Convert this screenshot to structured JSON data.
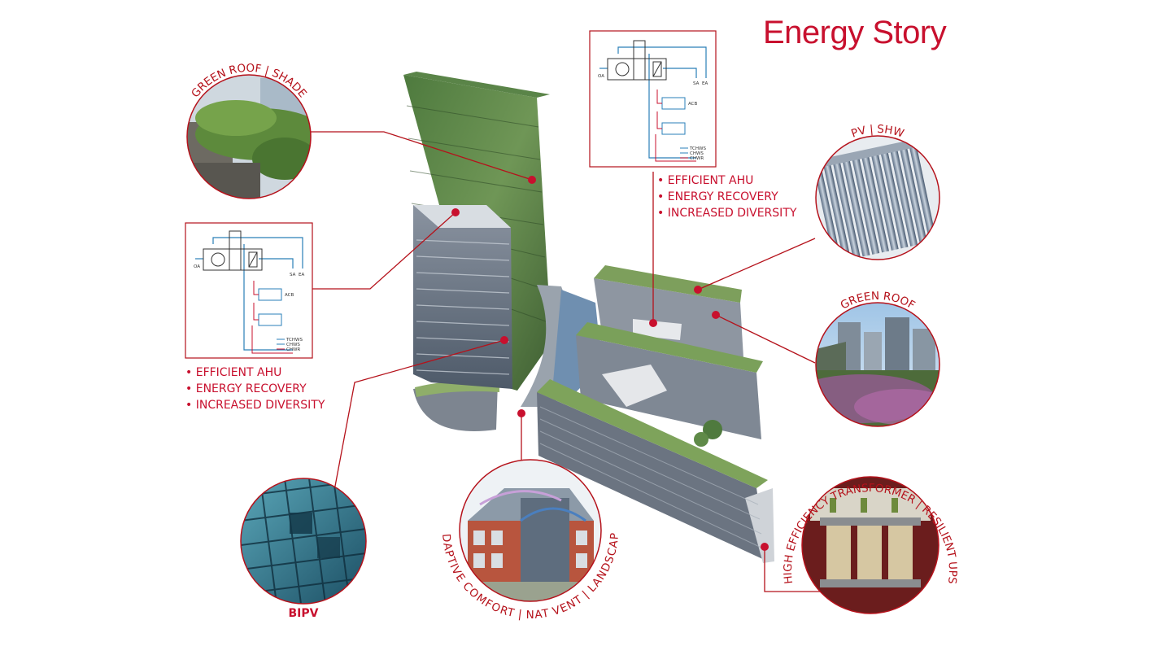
{
  "title": "Energy Story",
  "colors": {
    "accent": "#c8102e",
    "line": "#b5121b",
    "diagram_blue": "#2a7fb8",
    "diagram_red": "#c8102e"
  },
  "callouts": {
    "green_roof_shade": "GREEN ROOF | SHADE",
    "pv_shw": "PV | SHW",
    "green_roof": "GREEN ROOF",
    "bipv": "BIPV",
    "adaptive": "ADAPTIVE COMFORT | NAT VENT | LANDSCAPE",
    "transformer": "HIGH EFFICIENCY TRANSFORMER | RESILIENT UPS"
  },
  "hvac_left": {
    "bullets": [
      "EFFICIENT AHU",
      "ENERGY RECOVERY",
      "INCREASED DIVERSITY"
    ],
    "labels": {
      "oa": "OA",
      "sa": "SA",
      "ea": "EA",
      "acb": "ACB"
    },
    "legend": [
      "TCHWS",
      "CHWS",
      "CHWR"
    ]
  },
  "hvac_top": {
    "bullets": [
      "EFFICIENT AHU",
      "ENERGY RECOVERY",
      "INCREASED DIVERSITY"
    ],
    "labels": {
      "oa": "OA",
      "sa": "SA",
      "ea": "EA",
      "acb": "ACB"
    },
    "legend": [
      "TCHWS",
      "CHWS",
      "CHWR"
    ]
  },
  "icons": {
    "shade_photo": "green-roof-shade-photo",
    "pv_photo": "solar-hot-water-tubes-photo",
    "roof_photo": "green-roof-photo",
    "bipv_photo": "bipv-glass-facade-photo",
    "comfort_photo": "building-section-photo",
    "transformer_photo": "transformer-photo",
    "building": "building-complex-rendering"
  }
}
